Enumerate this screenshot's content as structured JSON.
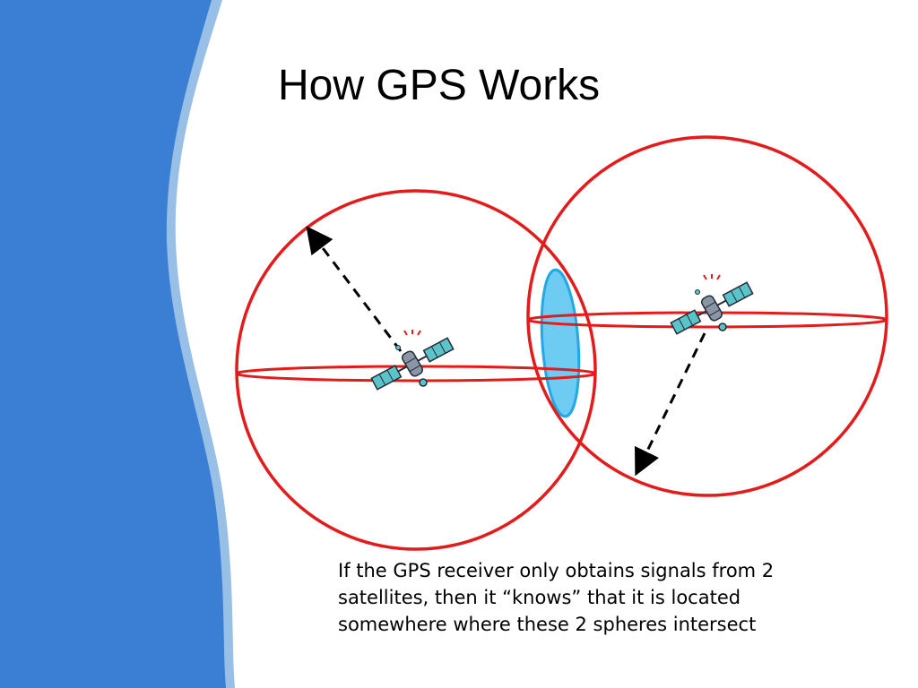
{
  "slide": {
    "title": "How GPS Works",
    "caption_lines": [
      "If the GPS receiver only obtains signals from 2",
      "satellites, then it “knows” that it is located",
      "somewhere where these 2 spheres intersect"
    ]
  },
  "diagram": {
    "sphere_count": 2,
    "sphere_color": "#e31b1b",
    "intersection_fill": "#6ecbf2",
    "intersection_stroke": "#22a8e4",
    "arrow_color": "#000000",
    "satellite_icon": "satellite-icon",
    "side_band_colors": [
      "#3a7fd3",
      "#98bfe6"
    ]
  }
}
